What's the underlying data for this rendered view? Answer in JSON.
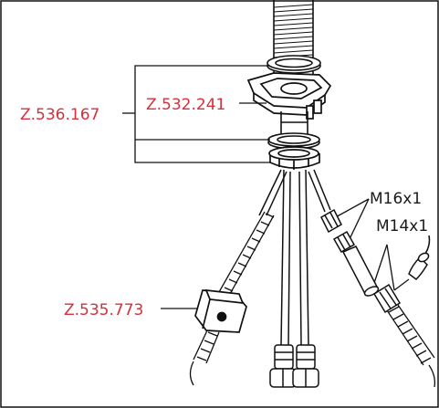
{
  "colors": {
    "part_number": "#d6303a",
    "thread_label": "#1a1a1a",
    "line": "#111111",
    "background": "#ffffff"
  },
  "labels": {
    "z_536_167": "Z.536.167",
    "z_532_241": "Z.532.241",
    "z_535_773": "Z.535.773",
    "m16x1": "M16x1",
    "m14x1": "M14x1"
  }
}
